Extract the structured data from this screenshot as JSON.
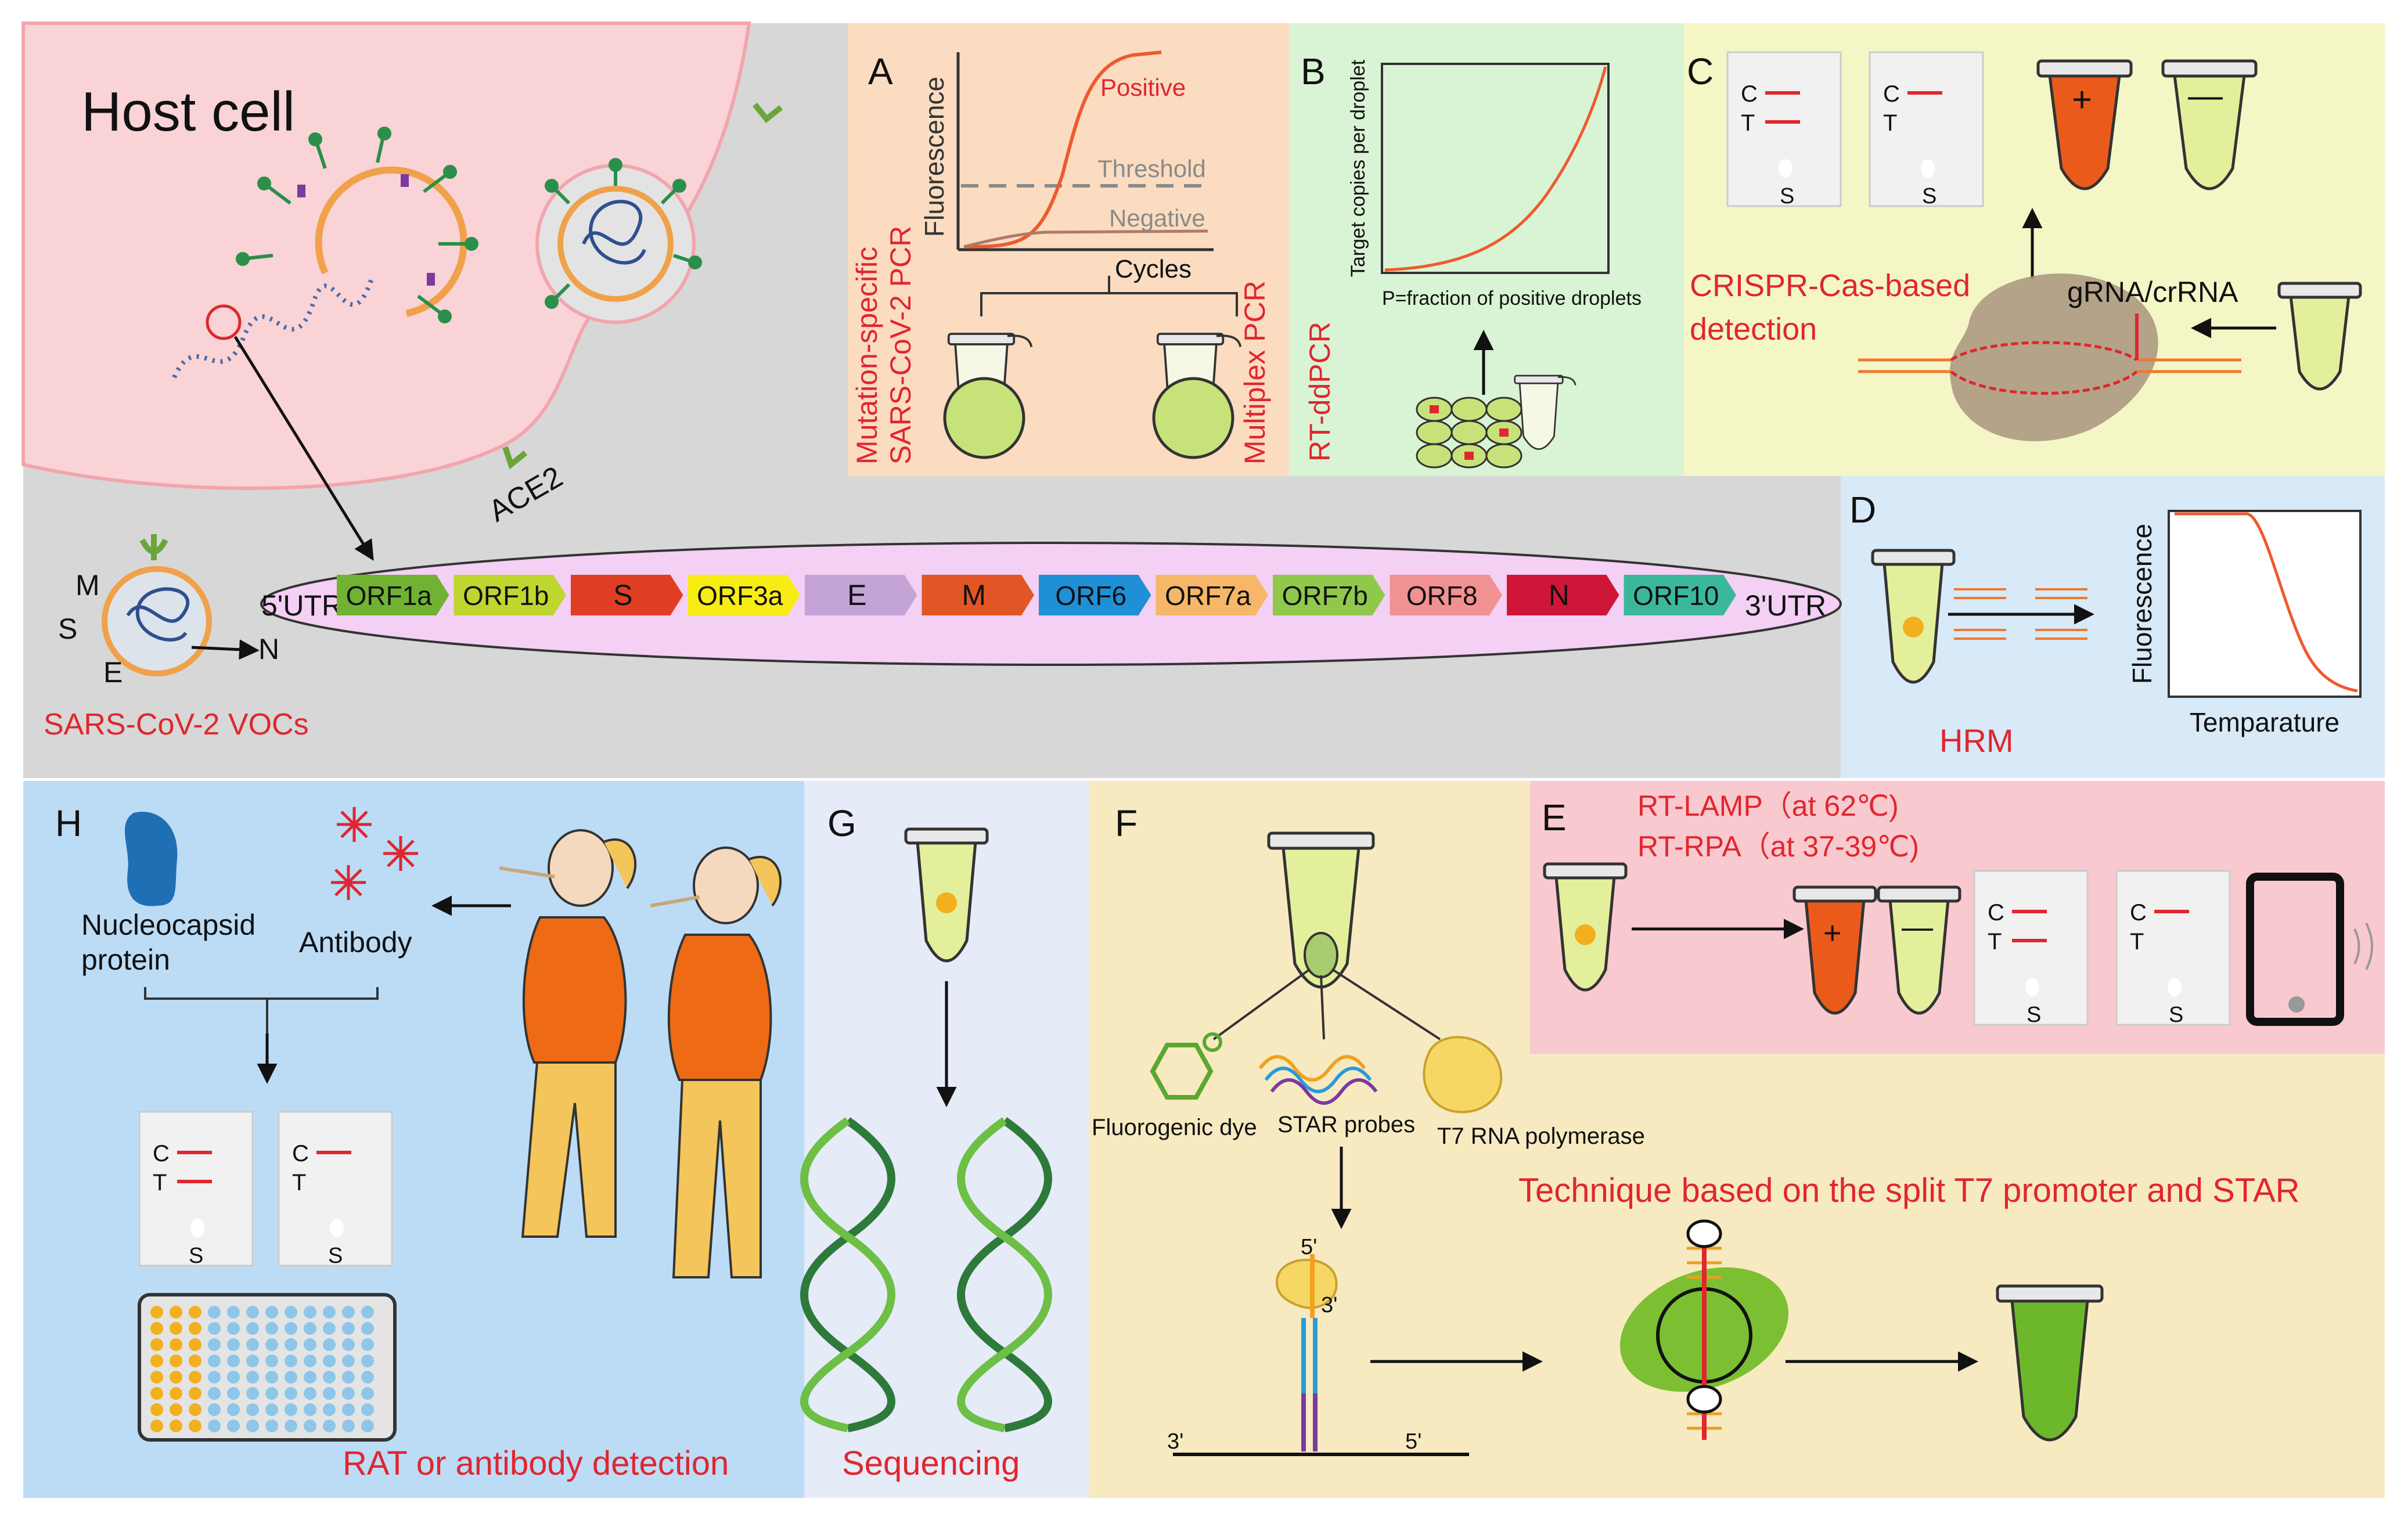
{
  "colors": {
    "red_text": "#e0262e",
    "host_cell": "#f9d3d6",
    "gray_bg": "#d7d7d7",
    "panel_a_bg": "#fbdcc0",
    "panel_b_bg": "#d9f4d4",
    "panel_c_bg": "#f4f6c6",
    "panel_d_bg": "#d8e9f8",
    "panel_e_bg": "#f8c9cf",
    "panel_f_bg": "#f7eac1",
    "panel_g_bg": "#e6ebf8",
    "panel_h_bg": "#bcdcf6",
    "genome_ellipse": "#f3d0f4",
    "orange_curve": "#ee5a2f"
  },
  "host": {
    "title": "Host cell",
    "ace2_label": "ACE2",
    "voc_label": "SARS-CoV-2 VOCs",
    "virion_labels": {
      "m": "M",
      "s": "S",
      "e": "E",
      "n": "N"
    }
  },
  "genome": {
    "start": "5'UTR",
    "end": "3'UTR",
    "genes": [
      {
        "label": "ORF1a",
        "color": "#71b233"
      },
      {
        "label": "ORF1b",
        "color": "#bfd62f"
      },
      {
        "label": "S",
        "color": "#e03e24"
      },
      {
        "label": "ORF3a",
        "color": "#f7ec14"
      },
      {
        "label": "E",
        "color": "#c4a4d6"
      },
      {
        "label": "M",
        "color": "#e15624"
      },
      {
        "label": "ORF6",
        "color": "#1f8fd8"
      },
      {
        "label": "ORF7a",
        "color": "#f6b768"
      },
      {
        "label": "ORF7b",
        "color": "#8fc84b"
      },
      {
        "label": "ORF8",
        "color": "#f29191"
      },
      {
        "label": "N",
        "color": "#cf1638"
      },
      {
        "label": "ORF10",
        "color": "#3bb89b"
      }
    ]
  },
  "panel_a": {
    "letter": "A",
    "ylabel": "Fluorescence",
    "xlabel": "Cycles",
    "positive": "Positive",
    "threshold": "Threshold",
    "negative": "Negative",
    "left_caption_1": "Mutation-specific",
    "left_caption_2": "SARS-CoV-2 PCR",
    "right_caption": "Multiplex PCR"
  },
  "panel_b": {
    "letter": "B",
    "ylabel": "Target copies per droplet",
    "xlabel": "P=fraction of positive droplets",
    "caption": "RT-ddPCR"
  },
  "panel_c": {
    "letter": "C",
    "strip_c": "C",
    "strip_t": "T",
    "strip_s": "S",
    "plus": "+",
    "minus": "—",
    "caption_1": "CRISPR-Cas-based",
    "caption_2": "detection",
    "grna": "gRNA/crRNA"
  },
  "panel_d": {
    "letter": "D",
    "ylabel": "Fluorescence",
    "xlabel": "Temparature",
    "caption": "HRM"
  },
  "panel_e": {
    "letter": "E",
    "line_1": "RT-LAMP（at 62℃)",
    "line_2": "RT-RPA（at 37-39℃)",
    "plus": "+",
    "minus": "—",
    "strip_c": "C",
    "strip_t": "T",
    "strip_s": "S"
  },
  "panel_f": {
    "letter": "F",
    "dye": "Fluorogenic dye",
    "probes": "STAR probes",
    "polymerase": "T7 RNA polymerase",
    "title": "Technique based on the split T7 promoter and STAR",
    "five_prime": "5'",
    "three_prime": "3'"
  },
  "panel_g": {
    "letter": "G",
    "caption": "Sequencing"
  },
  "panel_h": {
    "letter": "H",
    "nucleocapsid_1": "Nucleocapsid",
    "nucleocapsid_2": "protein",
    "antibody": "Antibody",
    "strip_c": "C",
    "strip_t": "T",
    "strip_s": "S",
    "caption": "RAT or antibody detection"
  }
}
